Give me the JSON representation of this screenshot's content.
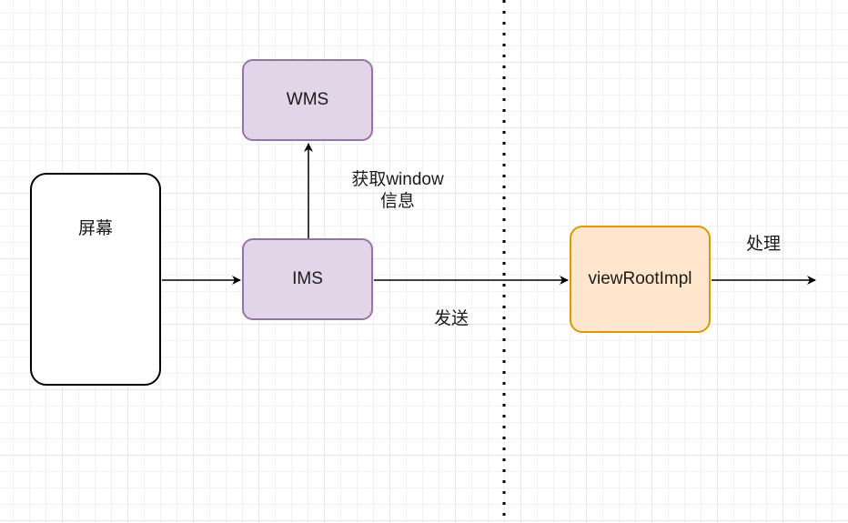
{
  "colors": {
    "line": "#000000",
    "grid": "#e6e6e6",
    "purple_fill": "#e1d5e7",
    "purple_stroke": "#9673a6",
    "orange_fill": "#ffe6cc",
    "orange_stroke": "#d79b00"
  },
  "nodes": {
    "screen": "屏幕",
    "wms": "WMS",
    "ims": "IMS",
    "view_root_impl": "viewRootImpl"
  },
  "edges": {
    "get_window_info_line1": "获取window",
    "get_window_info_line2": "信息",
    "send": "发送",
    "process": "处理"
  }
}
